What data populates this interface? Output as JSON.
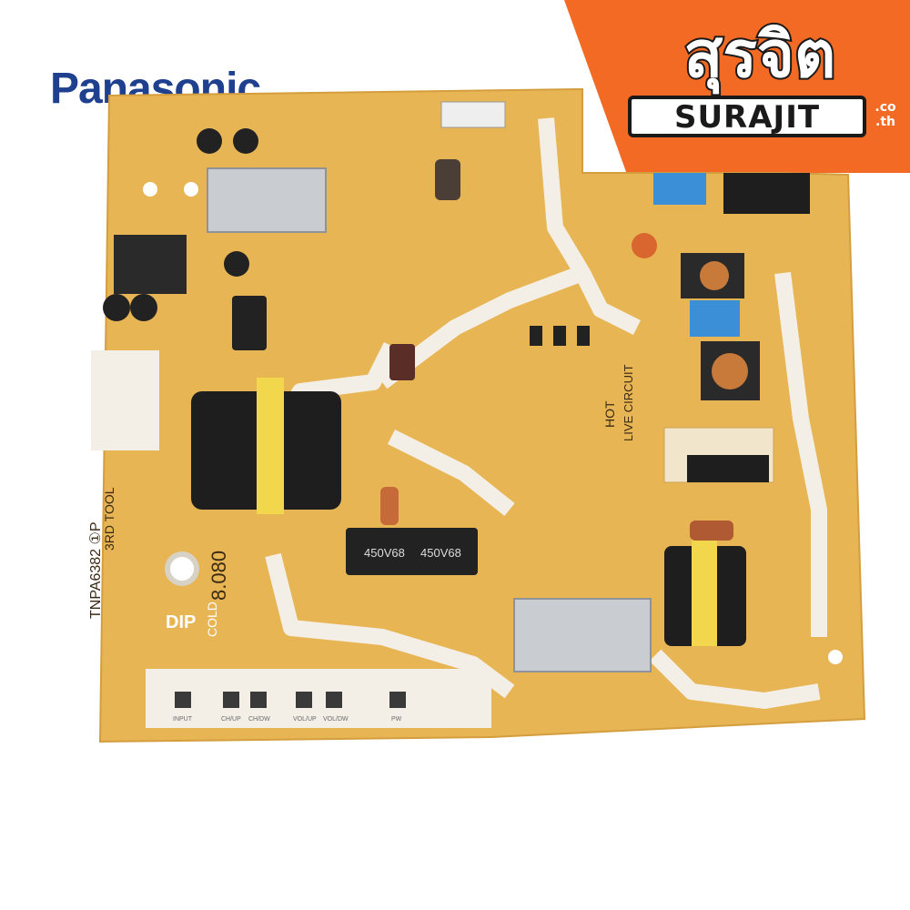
{
  "brand": {
    "name": "Panasonic",
    "color": "#1f3f8f"
  },
  "shop_logo": {
    "thai_text": "สุรจิต",
    "latin_text": "SURAJIT",
    "domain_text": ".co\n.th",
    "background_color": "#f26a24"
  },
  "board": {
    "base_color": "#e8b554",
    "trace_color": "#f3efe6",
    "part_number_label": "TNPA6382 ①P",
    "tool_label": "3RD TOOL",
    "dip_label": "DIP",
    "cold_label": "COLD",
    "hot_label": "HOT",
    "live_circuit_label": "LIVE CIRCUIT",
    "version_label": "8.080",
    "capacitor_markings": [
      {
        "text": "450V68"
      },
      {
        "text": "450V68"
      }
    ],
    "button_labels": [
      "INPUT",
      "CH/UP",
      "CH/DW",
      "VOL/UP",
      "VOL/DW",
      "PW"
    ]
  }
}
